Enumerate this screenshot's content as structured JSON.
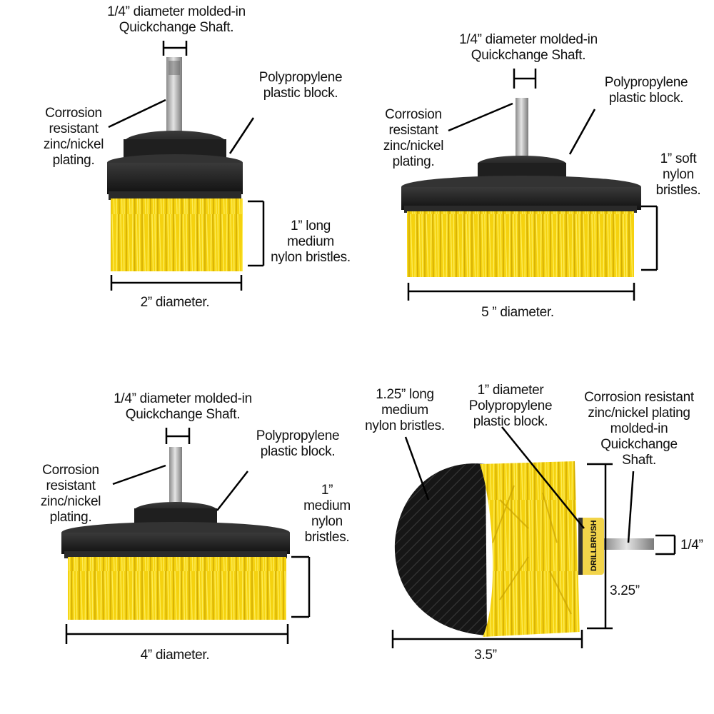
{
  "colors": {
    "bristle_yellow": "#f5d20f",
    "bristle_shadow": "#d9b100",
    "plastic_black": "#1e1e1e",
    "shaft_metal": "#a9a9a9",
    "black_bristle": "#151515"
  },
  "brush_2in": {
    "shaft_label": "1/4” diameter molded-in\nQuickchange Shaft.",
    "block_label": "Polypropylene\nplastic block.",
    "plating_label": "Corrosion\nresistant\nzinc/nickel\nplating.",
    "bristle_label": "1” long\nmedium\nnylon bristles.",
    "diameter_label": "2” diameter."
  },
  "brush_5in": {
    "shaft_label": "1/4” diameter molded-in\nQuickchange Shaft.",
    "block_label": "Polypropylene\nplastic block.",
    "plating_label": "Corrosion\nresistant\nzinc/nickel\nplating.",
    "bristle_label": "1” soft\nnylon\nbristles.",
    "diameter_label": "5 ” diameter."
  },
  "brush_4in": {
    "shaft_label": "1/4” diameter molded-in\nQuickchange Shaft.",
    "block_label": "Polypropylene\nplastic block.",
    "plating_label": "Corrosion\nresistant\nzinc/nickel\nplating.",
    "bristle_label": "1”\nmedium\nnylon\nbristles.",
    "diameter_label": "4” diameter."
  },
  "brush_round": {
    "bristle_label": "1.25” long\nmedium\nnylon bristles.",
    "block_label": "1” diameter\nPolypropylene\nplastic block.",
    "shaft_label": "Corrosion resistant\nzinc/nickel plating\nmolded-in\nQuickchange\nShaft.",
    "shaft_size_label": "1/4”",
    "height_label": "3.25”",
    "width_label": "3.5”",
    "brand_text": "DRILLBRUSH"
  }
}
